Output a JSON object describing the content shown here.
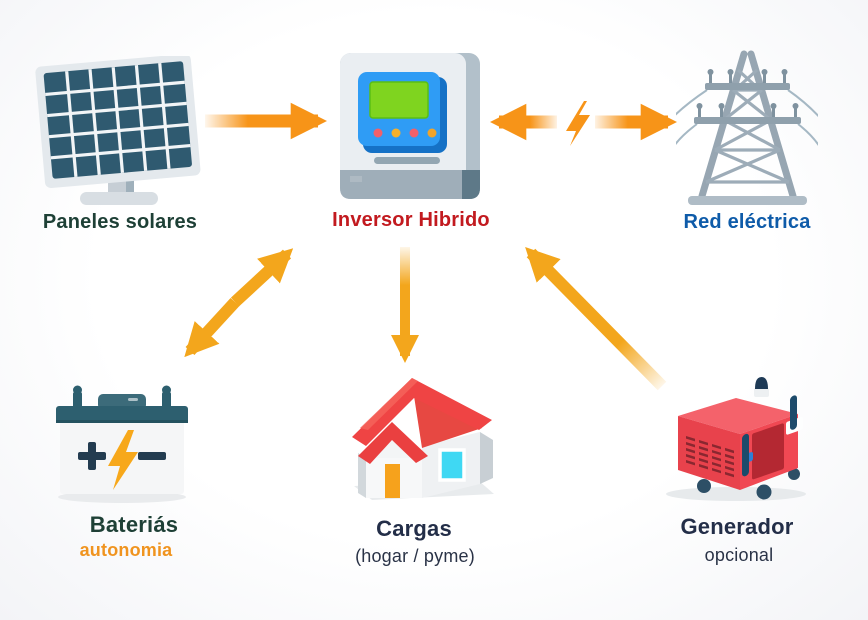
{
  "diagram": {
    "type": "system-diagram",
    "subject": "hybrid solar inverter energy flows"
  },
  "nodes": {
    "solar": {
      "label": "Paneles solares"
    },
    "inverter": {
      "label": "Inversor Hibrido"
    },
    "grid": {
      "label": "Red eléctrica"
    },
    "battery": {
      "label": "Bateriás",
      "sublabel": "autonomia"
    },
    "loads": {
      "label": "Cargas",
      "sublabel": "(hogar / pyme)"
    },
    "generator": {
      "label": "Generador",
      "sublabel": "opcional"
    }
  },
  "edges": [
    {
      "from": "Paneles solares",
      "to": "Inversor Hibrido",
      "type": "one-way"
    },
    {
      "from": "Inversor Hibrido",
      "to": "Red eléctrica",
      "type": "two-way",
      "symbol": "lightning-bolt"
    },
    {
      "from": "Inversor Hibrido",
      "to": "Bateriás",
      "type": "two-way"
    },
    {
      "from": "Inversor Hibrido",
      "to": "Cargas",
      "type": "one-way"
    },
    {
      "from": "Generador",
      "to": "Inversor Hibrido",
      "type": "one-way"
    }
  ],
  "colors": {
    "arrow_orange": "#F79418",
    "arrow_amber": "#F3A61C",
    "label_green": "#1E4036",
    "label_red": "#C21A1F",
    "label_blue": "#0E5BA9",
    "label_navy": "#232E48",
    "label_orange": "#F0941F",
    "panel_cell": "#2F5A70",
    "inverter_screen": "#7FD41F",
    "inverter_panel": "#2F9CF5",
    "house_roof": "#EF4444",
    "generator_body": "#EF3F4B",
    "battery_top": "#2D5F6F"
  }
}
